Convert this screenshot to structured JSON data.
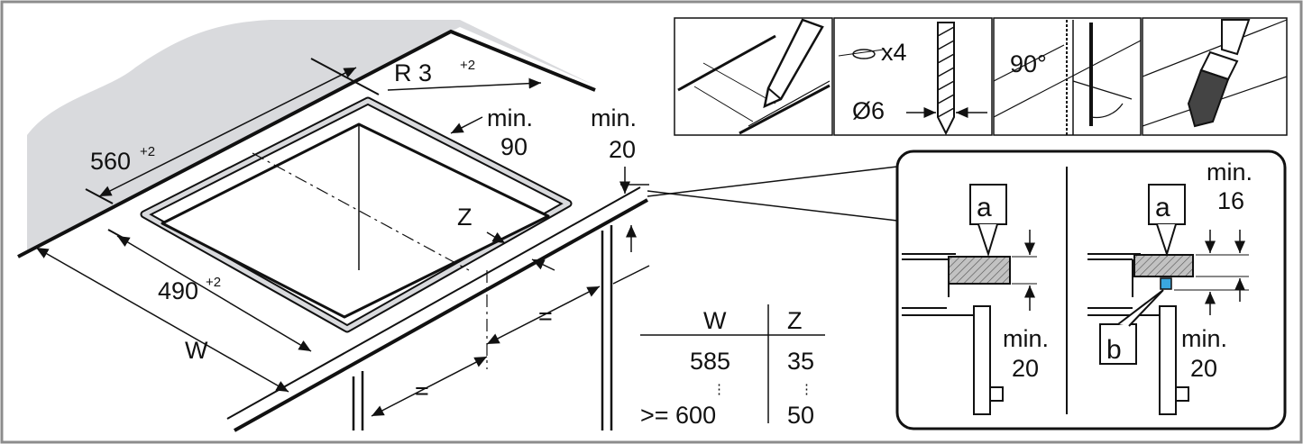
{
  "cutout": {
    "radius_label": "R 3",
    "radius_tolerance": "+2",
    "depth_label": "560",
    "depth_tolerance": "+2",
    "width_label": "490",
    "width_tolerance": "+2",
    "rear_clearance_min": "min.",
    "rear_clearance_value": "90",
    "front_clearance_min": "min.",
    "front_clearance_value": "20",
    "z_label": "Z",
    "w_label": "W",
    "equal_label_1": "=",
    "equal_label_2": "="
  },
  "steps": {
    "hole_count": "x4",
    "drill_diameter": "Ø6",
    "saw_angle": "90°"
  },
  "table": {
    "headers": [
      "W",
      "Z"
    ],
    "rows": [
      [
        "585",
        "35"
      ],
      [
        "⋮",
        "⋮"
      ],
      [
        ">= 600",
        "50"
      ]
    ]
  },
  "detail": {
    "left": {
      "tag_a": "a",
      "bottom_min": "min.",
      "bottom_value": "20"
    },
    "right": {
      "tag_a": "a",
      "tag_b": "b",
      "top_min": "min.",
      "top_value": "16",
      "bottom_min": "min.",
      "bottom_value": "20"
    }
  },
  "colors": {
    "frame": "#8c8c8c",
    "wall": "#d9dadd",
    "hatch_bg": "#bdbdbd",
    "seal": "#3aa8e0",
    "ink": "#111111"
  }
}
